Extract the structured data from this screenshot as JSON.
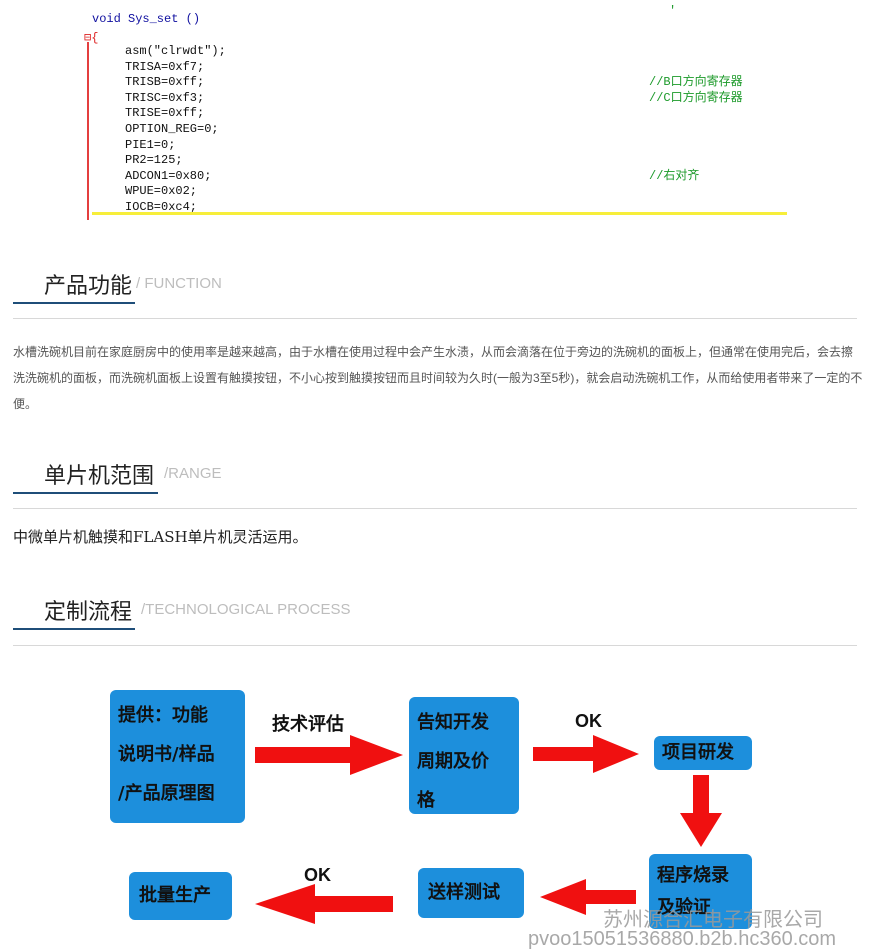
{
  "code": {
    "header": "void Sys_set ()",
    "fold_marker": "⊟{",
    "tick": "'",
    "lines": [
      {
        "code": "asm(\"clrwdt\");",
        "comment": ""
      },
      {
        "code": "TRISA=0xf7;",
        "comment": ""
      },
      {
        "code": "TRISB=0xff;",
        "comment": "//B口方向寄存器"
      },
      {
        "code": "TRISC=0xf3;",
        "comment": "//C口方向寄存器"
      },
      {
        "code": "TRISE=0xff;",
        "comment": ""
      },
      {
        "code": "OPTION_REG=0;",
        "comment": ""
      },
      {
        "code": "PIE1=0;",
        "comment": ""
      },
      {
        "code": "PR2=125;",
        "comment": ""
      },
      {
        "code": "ADCON1=0x80;",
        "comment": "//右对齐"
      },
      {
        "code": "WPUE=0x02;",
        "comment": ""
      },
      {
        "code": "IOCB=0xc4;",
        "comment": ""
      }
    ]
  },
  "sections": {
    "function": {
      "title": "产品功能",
      "subtitle": "/ FUNCTION",
      "text": "水槽洗碗机目前在家庭厨房中的使用率是越来越高，由于水槽在使用过程中会产生水渍，从而会滴落在位于旁边的洗碗机的面板上，但通常在使用完后，会去擦洗洗碗机的面板，而洗碗机面板上设置有触摸按钮，不小心按到触摸按钮而且时间较为久时(一般为3至5秒)，就会启动洗碗机工作，从而给使用者带来了一定的不便。"
    },
    "range": {
      "title": "单片机范围",
      "subtitle": "/RANGE",
      "text": "中微单片机触摸和FLASH单片机灵活运用。"
    },
    "process": {
      "title": "定制流程",
      "subtitle": "/TECHNOLOGICAL PROCESS"
    }
  },
  "flow": {
    "box1": [
      "提供：功能",
      "说明书/样品",
      "/产品原理图"
    ],
    "box2": [
      "告知开发",
      "周期及价",
      "格"
    ],
    "box3": "项目研发",
    "box4": [
      "程序烧录",
      "及验证"
    ],
    "box5": "送样测试",
    "box6": "批量生产",
    "label_eval": "技术评估",
    "ok1": "OK",
    "ok2": "OK",
    "arrow_color": "#f01010",
    "box_color": "#1d8fdc"
  },
  "watermark": {
    "company": "苏州源合汇电子有限公司",
    "url": "pvoo15051536880.b2b.hc360.com"
  }
}
